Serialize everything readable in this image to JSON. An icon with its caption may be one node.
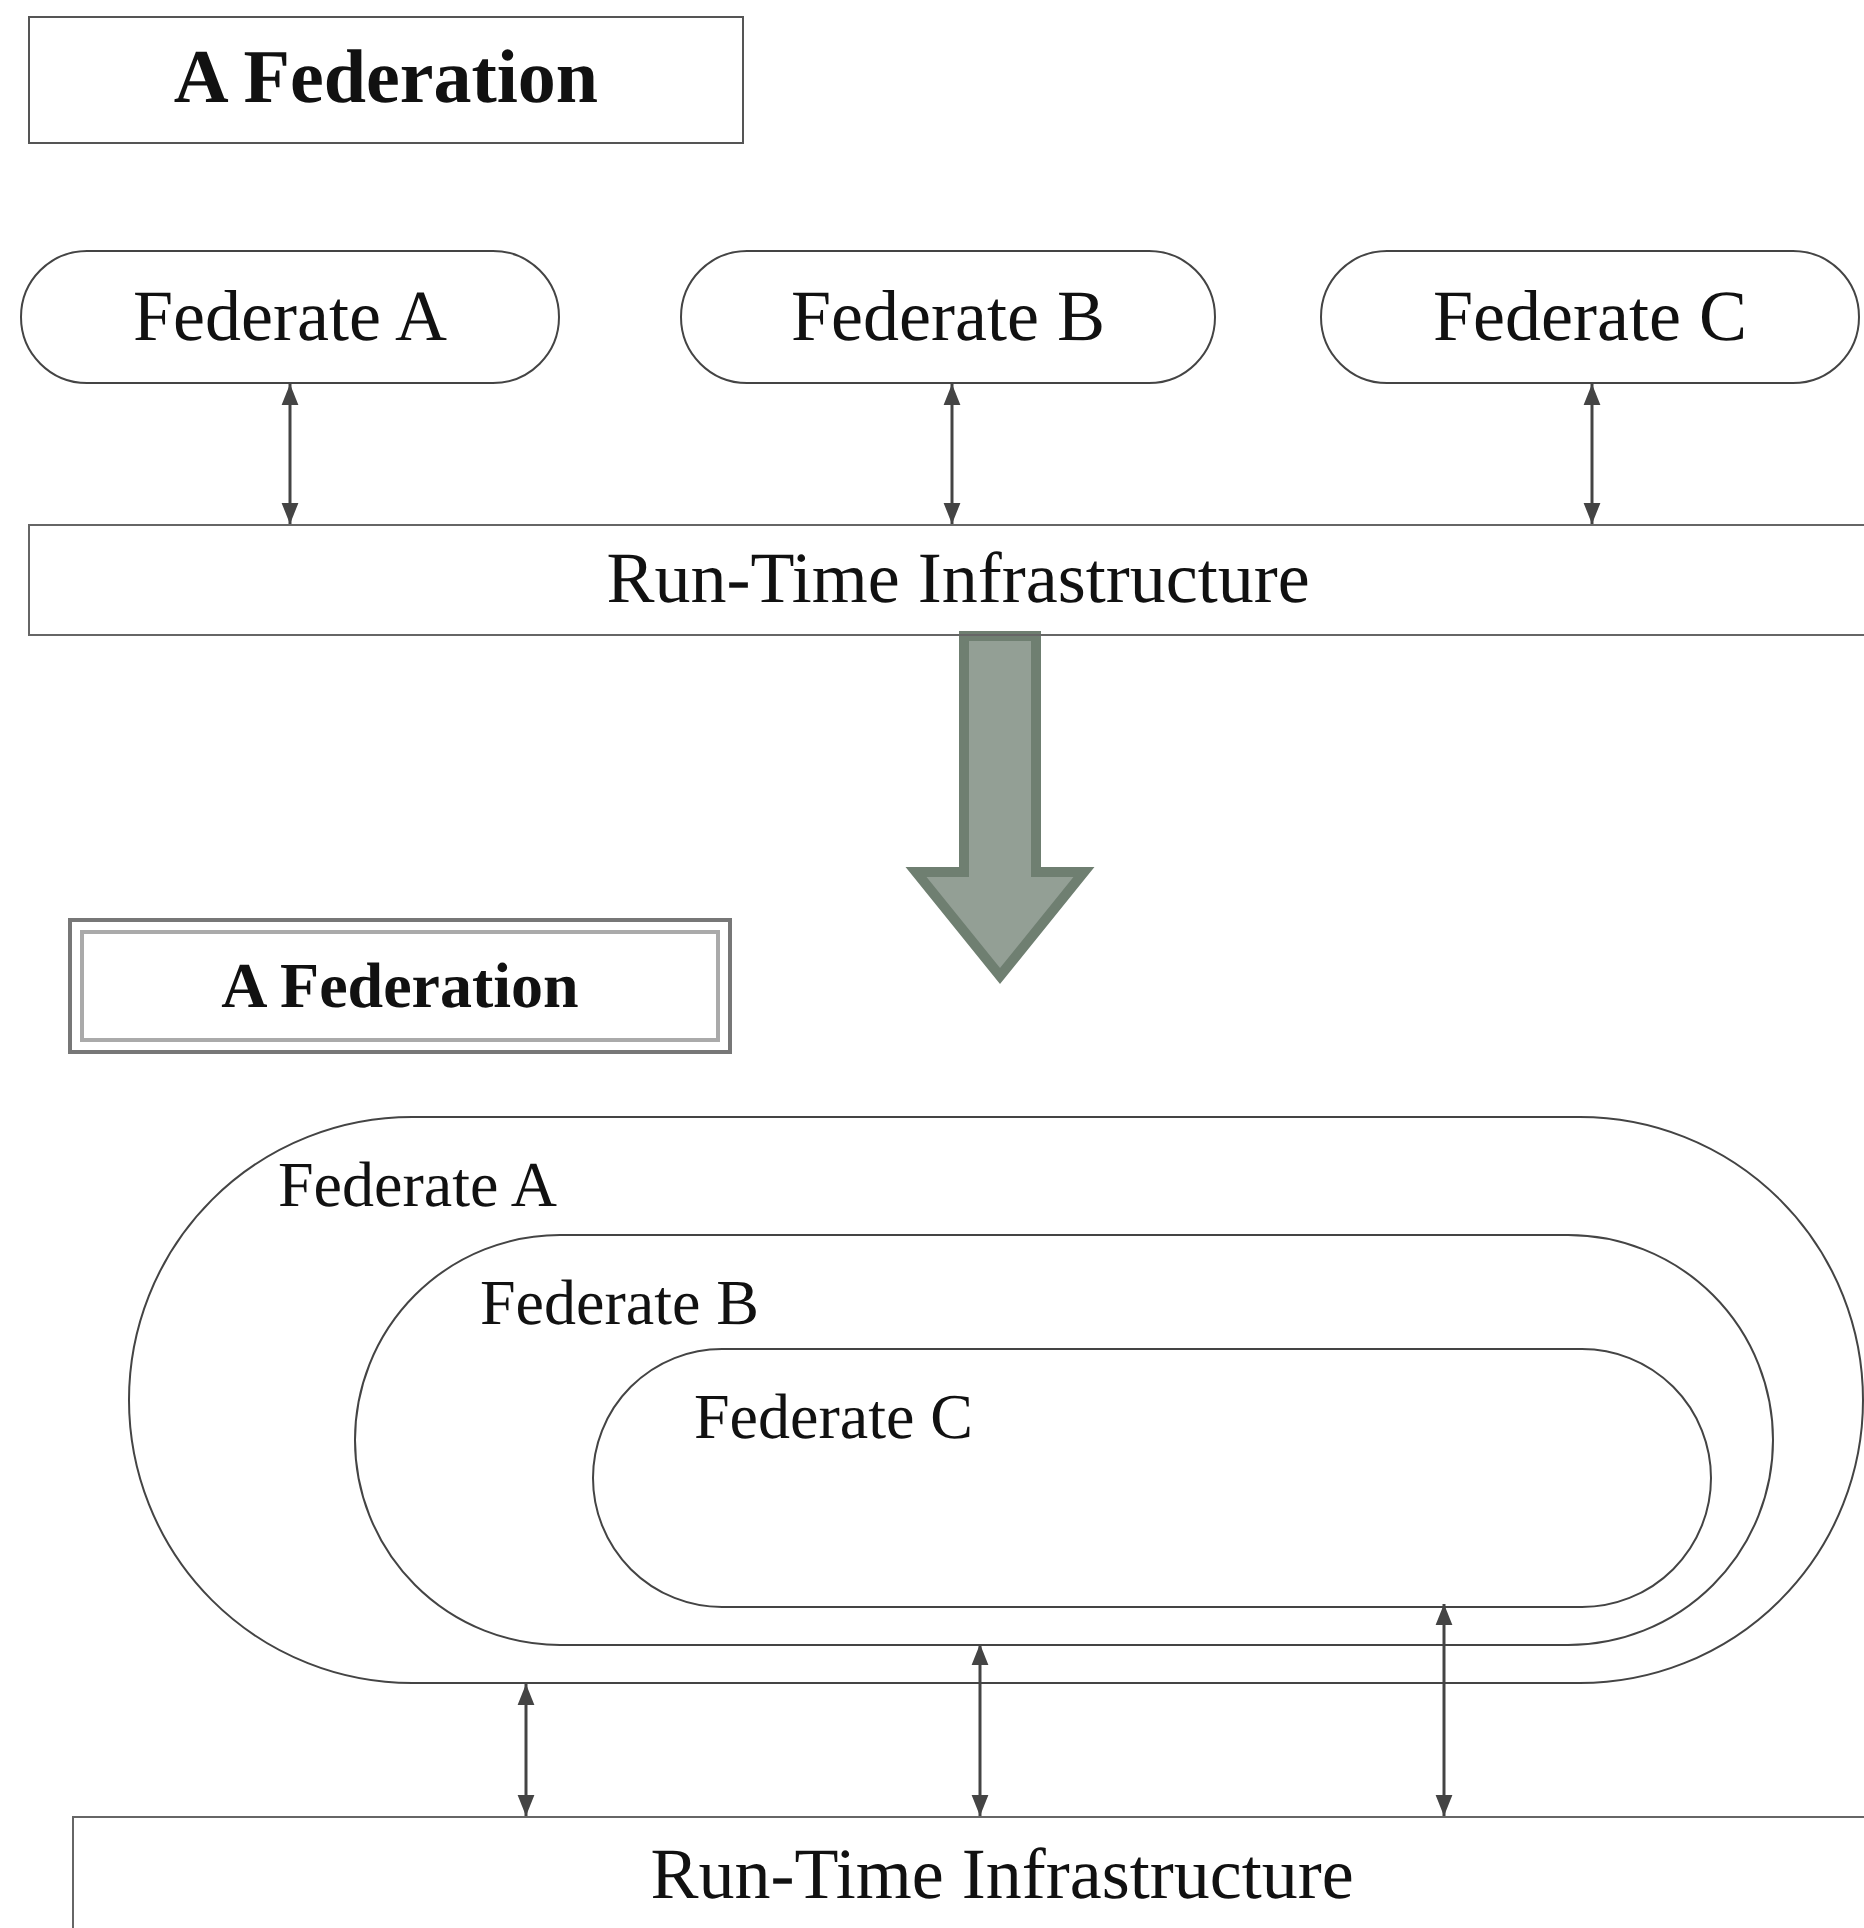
{
  "diagram": {
    "nodes": [
      {
        "text": [
          "A Federation"
        ]
      },
      {
        "text": [
          "Federate A"
        ]
      },
      {
        "text": [
          "Federate B"
        ]
      },
      {
        "text": [
          "Federate C"
        ]
      },
      {
        "text": [
          "Run-Time Infrastructure"
        ]
      },
      {
        "text": [
          "A Federation"
        ]
      },
      {
        "text": [
          "Federate A"
        ]
      },
      {
        "text": [
          "Federate B"
        ],
        "in": 6
      },
      {
        "text": [
          "Federate C"
        ],
        "in": 7
      },
      {
        "text": [
          "Run-Time Infrastructure"
        ]
      }
    ],
    "edges": [
      {
        "from": 1,
        "to": 4,
        "arrow": "both"
      },
      {
        "from": 2,
        "to": 4,
        "arrow": "both"
      },
      {
        "from": 3,
        "to": 4,
        "arrow": "both"
      },
      {
        "from": 4,
        "to": null,
        "arrow": "to",
        "style": "thick",
        "color": "#6f7f71"
      },
      {
        "from": 6,
        "to": 9,
        "arrow": "both"
      },
      {
        "from": 7,
        "to": 9,
        "arrow": "both"
      },
      {
        "from": 8,
        "to": 9,
        "arrow": "both"
      }
    ]
  }
}
